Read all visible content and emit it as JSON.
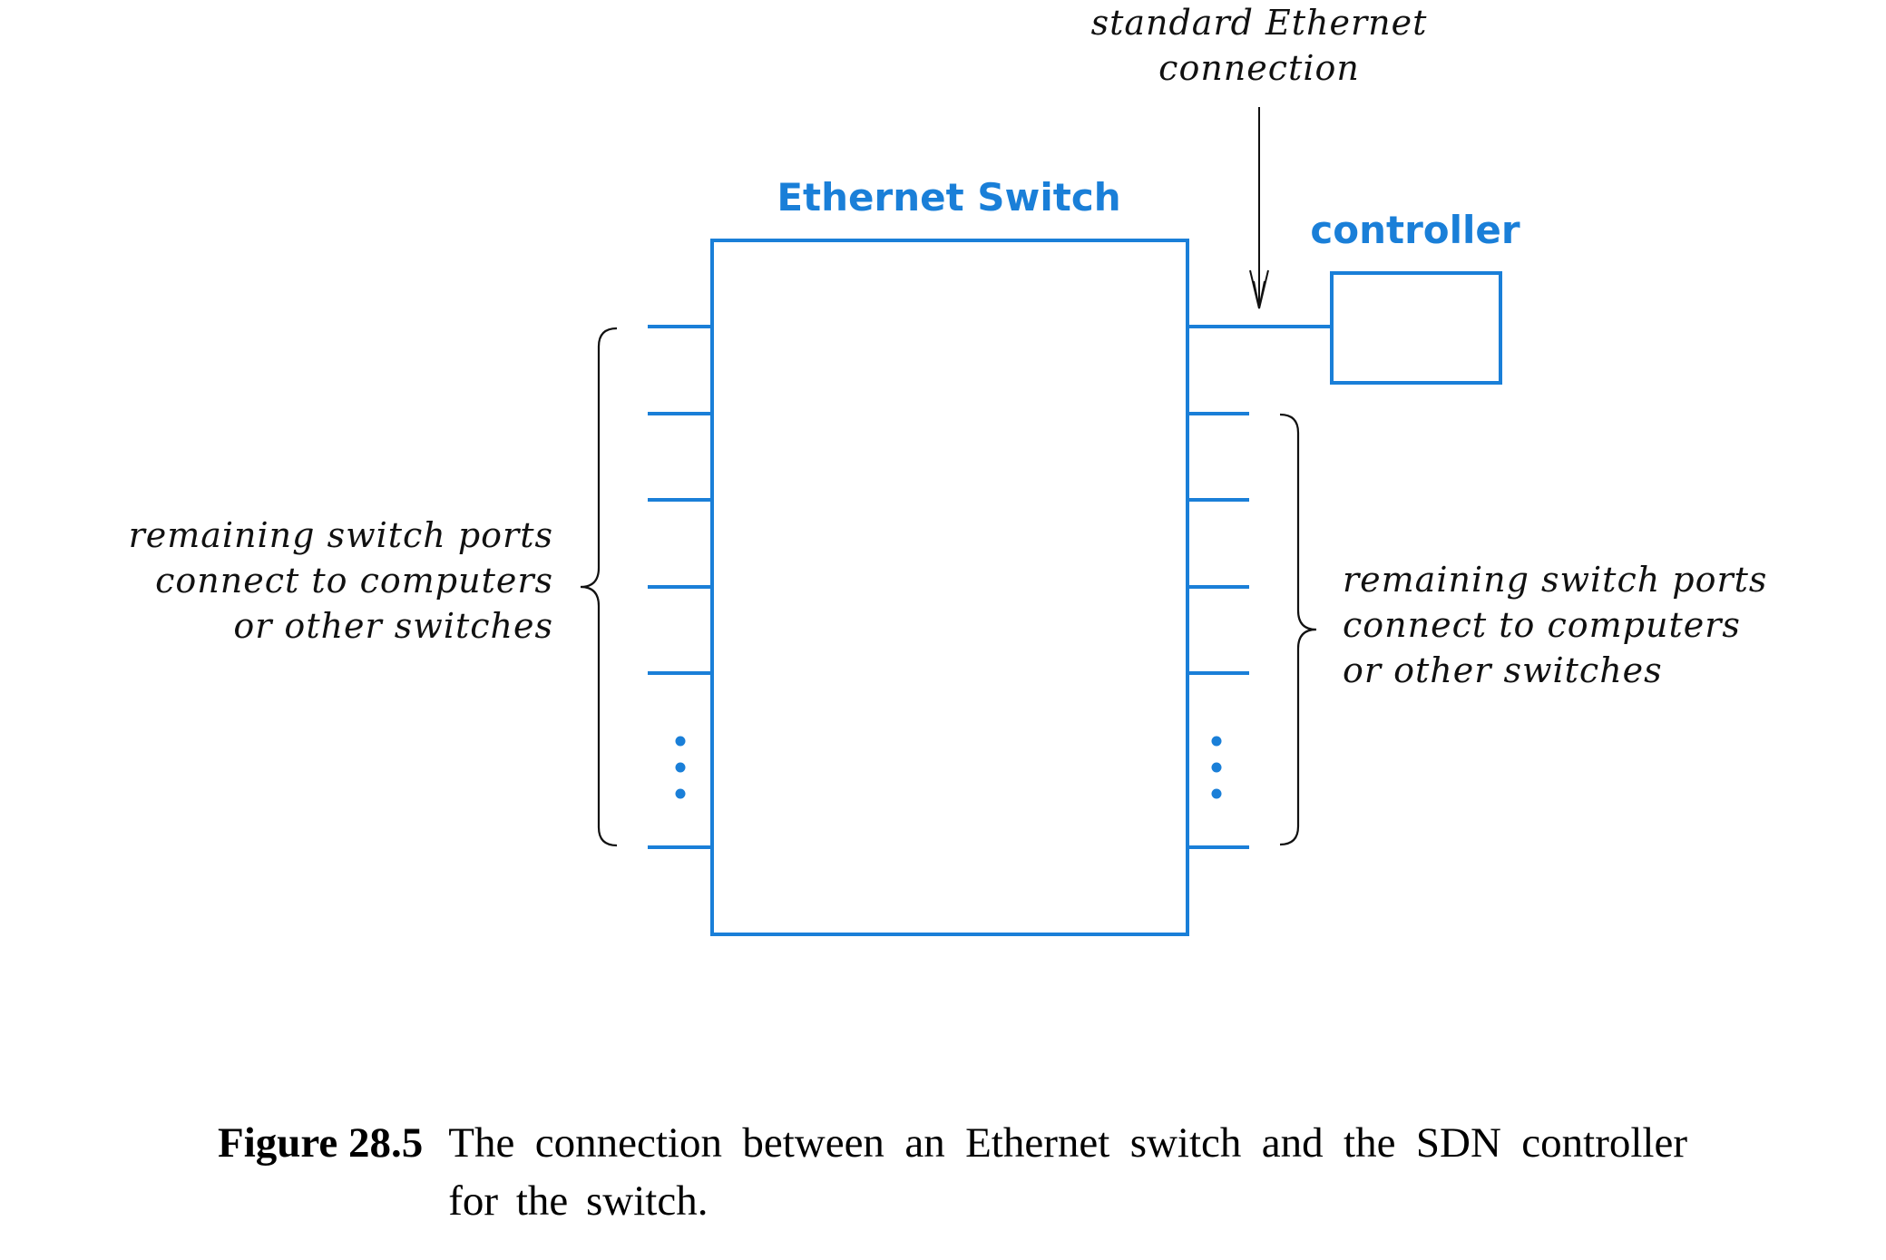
{
  "switch": {
    "label": "Ethernet Switch"
  },
  "controller": {
    "label": "controller"
  },
  "connection": {
    "label_lines": [
      "standard Ethernet",
      "connection"
    ]
  },
  "left_ports": {
    "label_lines": [
      "remaining switch ports",
      "connect to computers",
      "or other switches"
    ]
  },
  "right_ports": {
    "label_lines": [
      "remaining switch ports",
      "connect to computers",
      "or other switches"
    ]
  },
  "caption": {
    "number": "Figure 28.5",
    "text": "The connection between an Ethernet switch and the SDN controller for the switch."
  },
  "colors": {
    "diagram_blue": "#1a7fd8",
    "text": "#111111"
  }
}
